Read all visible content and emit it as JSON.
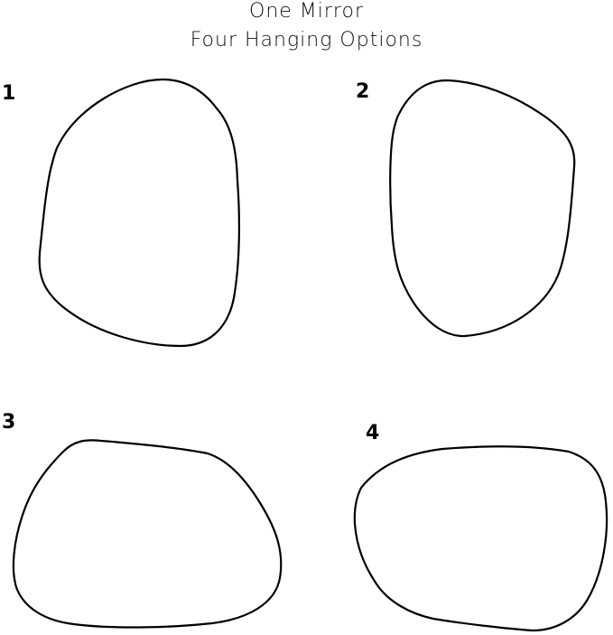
{
  "header": {
    "title_line1": "One Mirror",
    "title_line2": "Four Hanging Options"
  },
  "options": [
    {
      "label": "1"
    },
    {
      "label": "2"
    },
    {
      "label": "3"
    },
    {
      "label": "4"
    }
  ],
  "colors": {
    "background": "#ffffff",
    "stroke": "#000000",
    "text": "#111111"
  }
}
